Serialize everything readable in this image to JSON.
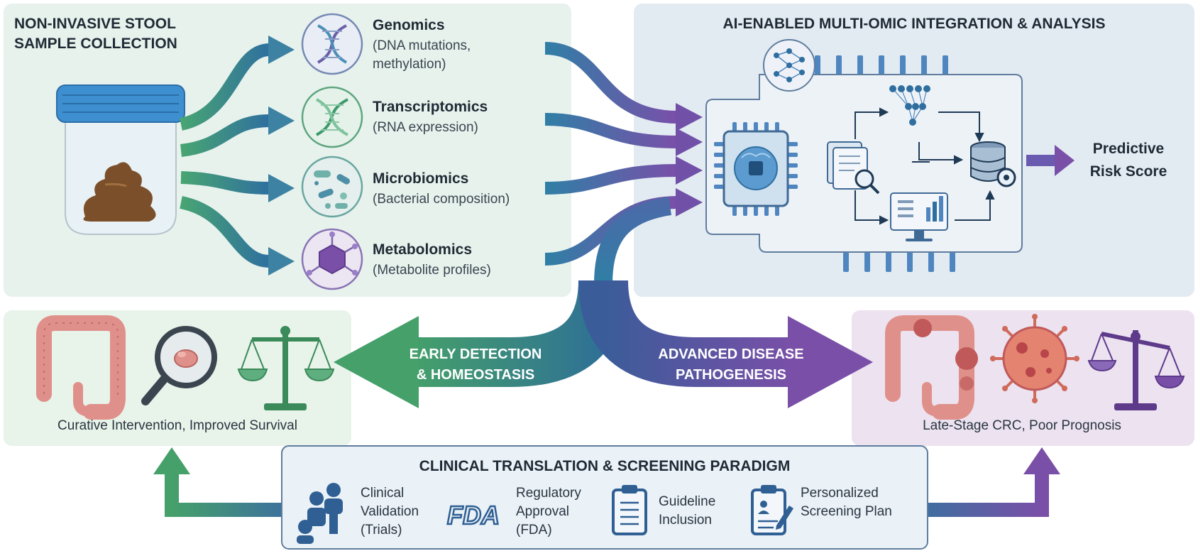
{
  "collection": {
    "title_line1": "NON-INVASIVE STOOL",
    "title_line2": "SAMPLE COLLECTION"
  },
  "omics": [
    {
      "name": "Genomics",
      "desc_line1": "(DNA mutations,",
      "desc_line2": "methylation)"
    },
    {
      "name": "Transcriptomics",
      "desc_line1": "(RNA expression)",
      "desc_line2": ""
    },
    {
      "name": "Microbiomics",
      "desc_line1": "(Bacterial composition)",
      "desc_line2": ""
    },
    {
      "name": "Metabolomics",
      "desc_line1": "(Metabolite profiles)",
      "desc_line2": ""
    }
  ],
  "ai": {
    "title": "AI-ENABLED MULTI-OMIC INTEGRATION & ANALYSIS",
    "output_line1": "Predictive",
    "output_line2": "Risk Score"
  },
  "outcomes": {
    "early_line1": "EARLY DETECTION",
    "early_line2": "& HOMEOSTASIS",
    "advanced_line1": "ADVANCED DISEASE",
    "advanced_line2": "PATHOGENESIS",
    "good_caption": "Curative Intervention, Improved Survival",
    "bad_caption": "Late-Stage CRC, Poor Prognosis"
  },
  "clinical": {
    "title": "CLINICAL TRANSLATION & SCREENING PARADIGM",
    "steps": [
      {
        "line1": "Clinical",
        "line2": "Validation",
        "line3": "(Trials)"
      },
      {
        "line1": "Regulatory",
        "line2": "Approval",
        "line3": "(FDA)"
      },
      {
        "line1": "Guideline",
        "line2": "Inclusion",
        "line3": ""
      },
      {
        "line1": "Personalized",
        "line2": "Screening Plan",
        "line3": ""
      }
    ],
    "fda_logo": "FDA"
  },
  "colors": {
    "green": "#3f9a6e",
    "blue": "#2f6f9f",
    "purple": "#7a4fa8",
    "panel_green": "#e6f2ec",
    "panel_blue": "#e4ecf3",
    "panel_purple": "#ece3f1",
    "organ": "#e0908a"
  }
}
